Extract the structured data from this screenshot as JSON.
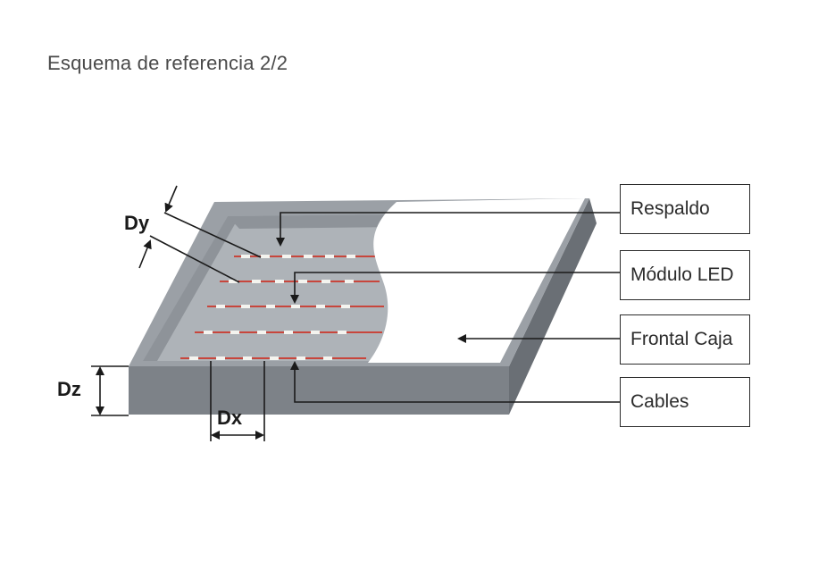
{
  "title": "Esquema de referencia 2/2",
  "labels": {
    "respaldo": "Respaldo",
    "modulo_led": "Módulo LED",
    "frontal_caja": "Frontal Caja",
    "cables": "Cables"
  },
  "dimensions": {
    "dx": "Dx",
    "dy": "Dy",
    "dz": "Dz"
  },
  "colors": {
    "box_frame": "#8a8f95",
    "box_frame_dark": "#6f747a",
    "box_inner_floor": "#a5aab0",
    "led_strip": "#c8463c",
    "led_chip": "#f2f2ee",
    "line": "#1a1a1a"
  },
  "led_rows_visible": 5
}
